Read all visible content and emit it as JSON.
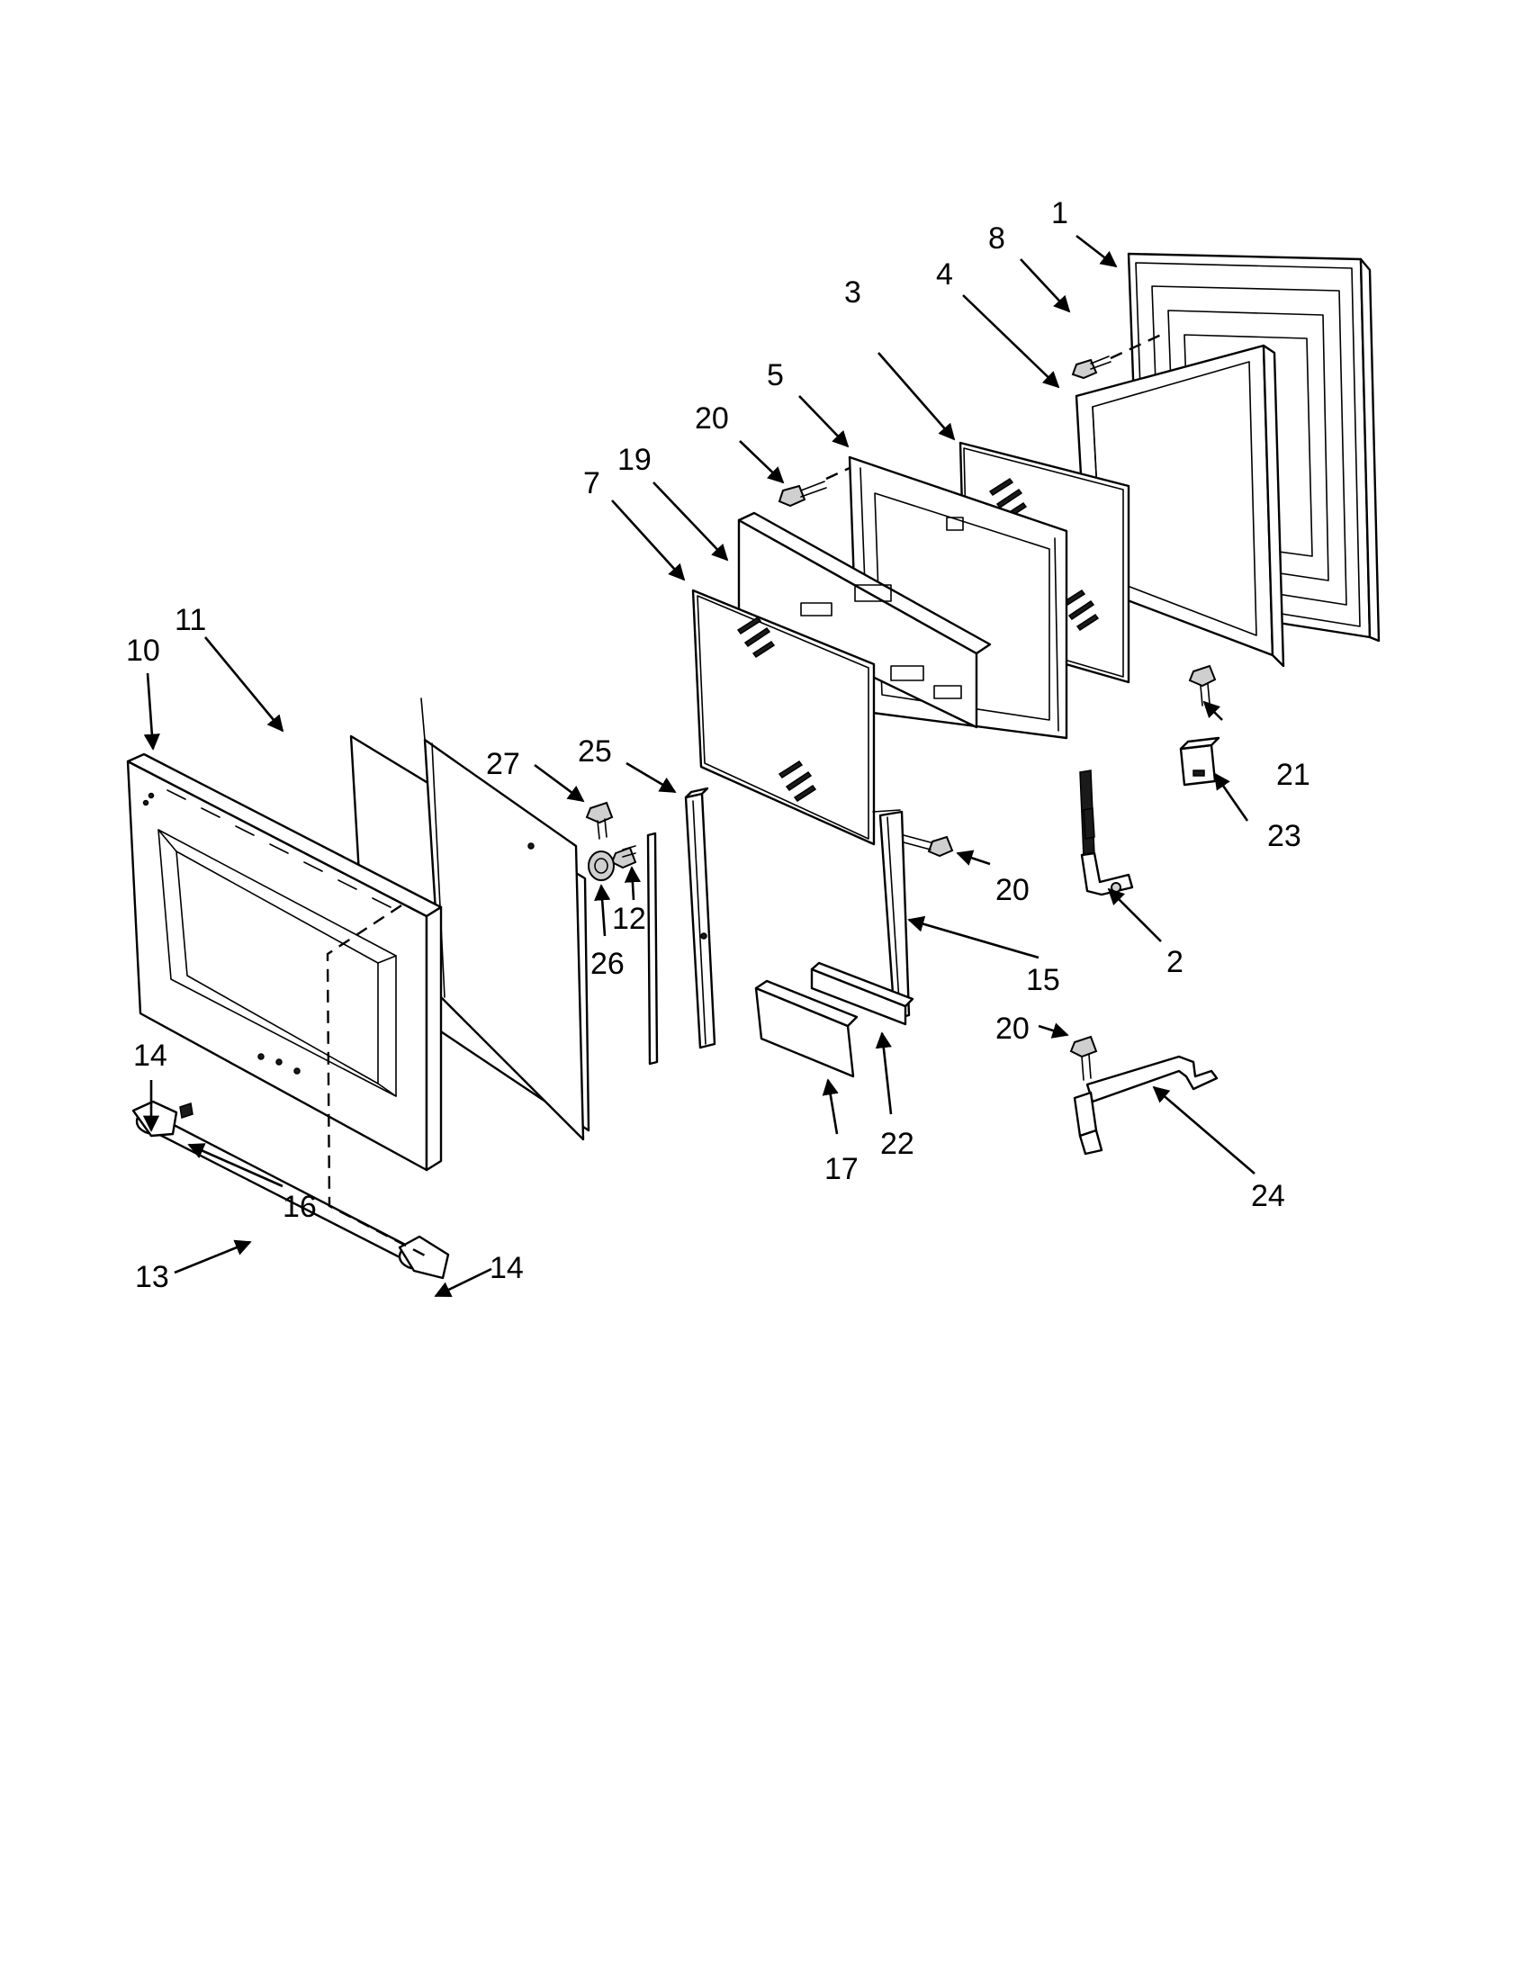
{
  "diagram": {
    "labels": [
      {
        "id": "l1",
        "text": "1"
      },
      {
        "id": "l2",
        "text": "2"
      },
      {
        "id": "l3",
        "text": "3"
      },
      {
        "id": "l4",
        "text": "4"
      },
      {
        "id": "l5",
        "text": "5"
      },
      {
        "id": "l7",
        "text": "7"
      },
      {
        "id": "l8",
        "text": "8"
      },
      {
        "id": "l10",
        "text": "10"
      },
      {
        "id": "l11",
        "text": "11"
      },
      {
        "id": "l12",
        "text": "12"
      },
      {
        "id": "l13",
        "text": "13"
      },
      {
        "id": "l14a",
        "text": "14"
      },
      {
        "id": "l14b",
        "text": "14"
      },
      {
        "id": "l15",
        "text": "15"
      },
      {
        "id": "l16",
        "text": "16"
      },
      {
        "id": "l17",
        "text": "17"
      },
      {
        "id": "l19",
        "text": "19"
      },
      {
        "id": "l20a",
        "text": "20"
      },
      {
        "id": "l20b",
        "text": "20"
      },
      {
        "id": "l20c",
        "text": "20"
      },
      {
        "id": "l21",
        "text": "21"
      },
      {
        "id": "l22",
        "text": "22"
      },
      {
        "id": "l23",
        "text": "23"
      },
      {
        "id": "l24",
        "text": "24"
      },
      {
        "id": "l25",
        "text": "25"
      },
      {
        "id": "l26",
        "text": "26"
      },
      {
        "id": "l27",
        "text": "27"
      }
    ]
  }
}
